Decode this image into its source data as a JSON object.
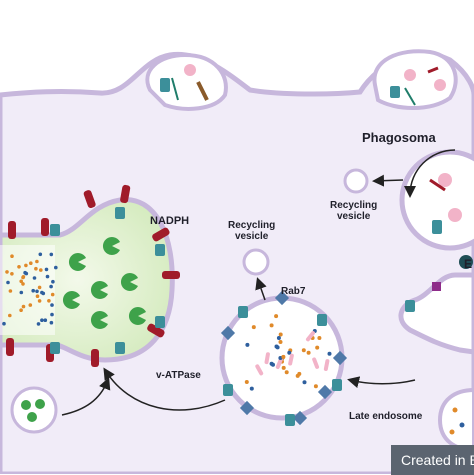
{
  "labels": {
    "phagosome": "Phagosoma",
    "nadph": "NADPH",
    "recycling_vesicle_top": "Recycling\nvesicle",
    "recycling_vesicle_mid": "Recycling\nvesicle",
    "rab7": "Rab7",
    "v_atpase": "v-ATPase",
    "late_endosome": "Late endosome",
    "cut_off_label": "E"
  },
  "watermark": "Created in BioRender",
  "colors": {
    "membrane": "#c7b7dc",
    "cytoplasm": "#f1ecf8",
    "lysosome_green": "#dcefc9",
    "enzyme_green": "#3ea24a",
    "nadph_red": "#a01b2a",
    "rab7_blue": "#4f79a8",
    "atpase_teal": "#3c8f9a",
    "dot_orange": "#e08a2a",
    "dot_blue": "#2e5f9e",
    "pink_fragment": "#f2b3c8",
    "arrow": "#222222"
  }
}
